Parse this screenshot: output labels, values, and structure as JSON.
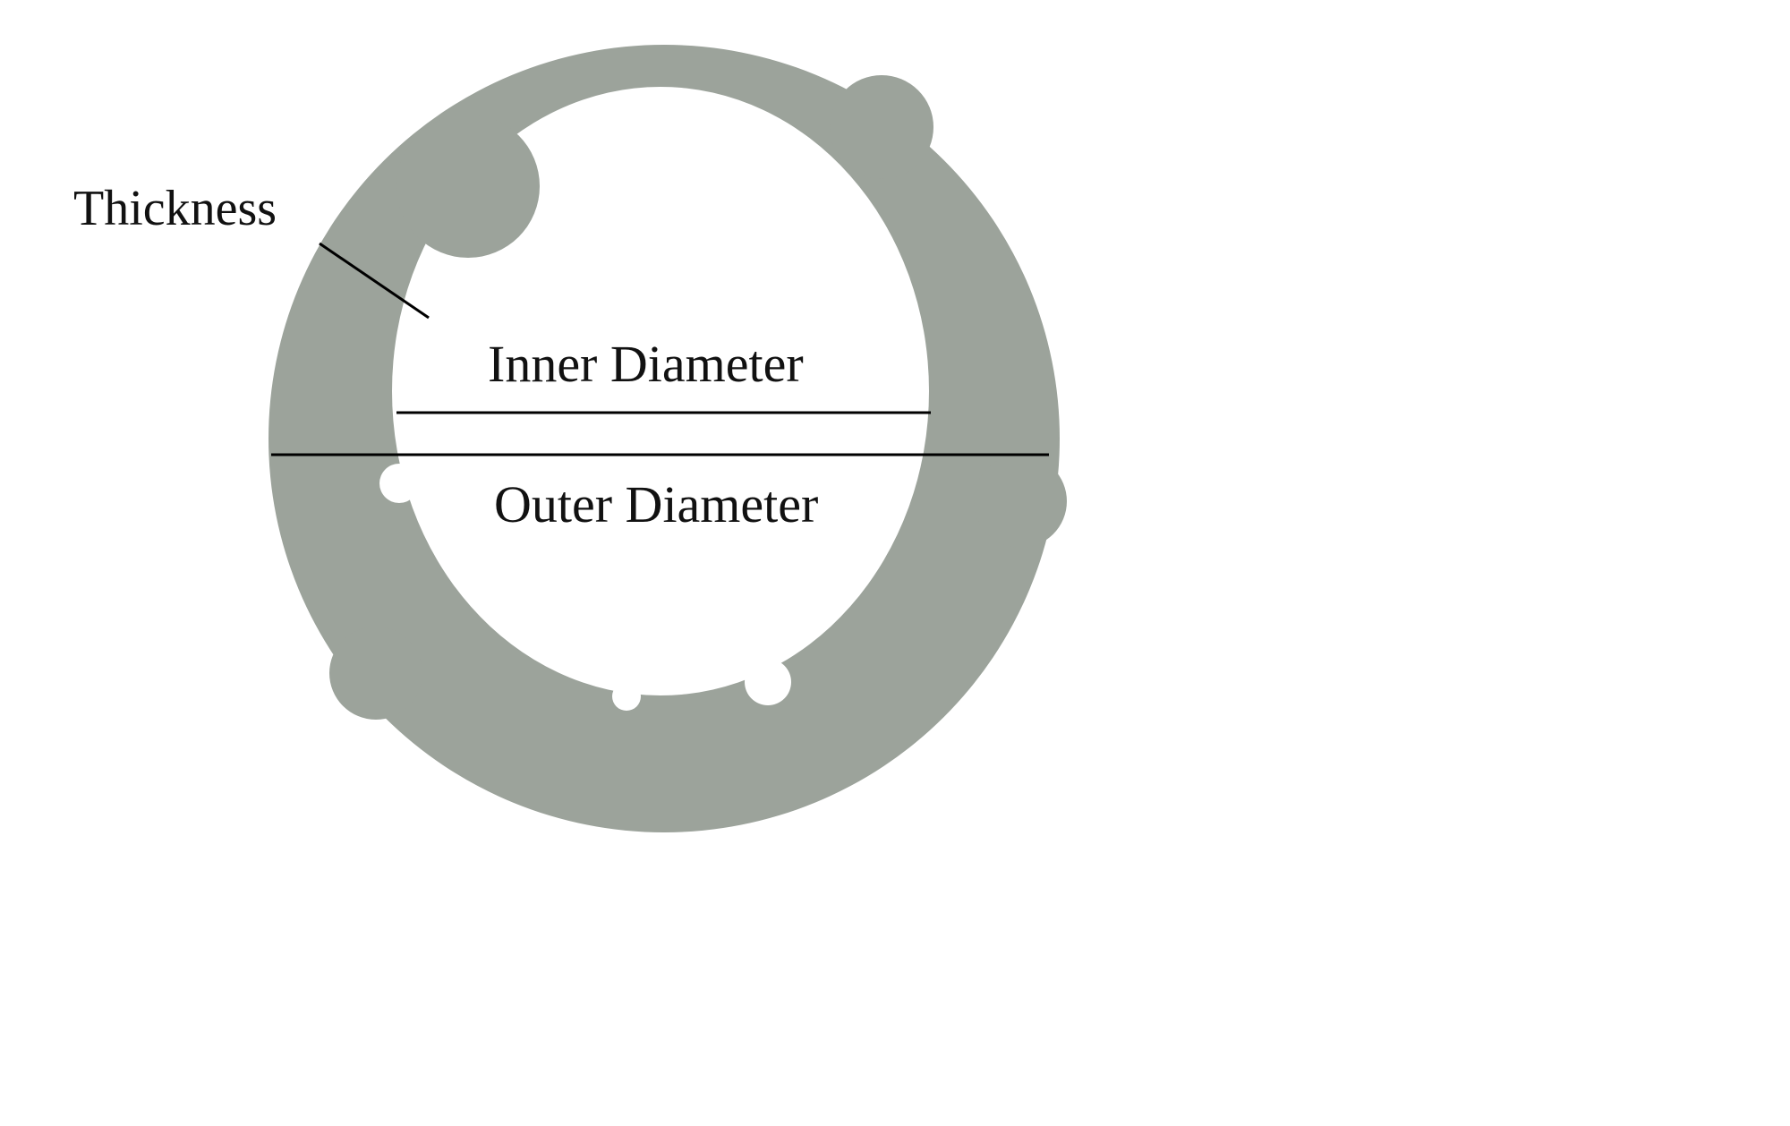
{
  "diagram": {
    "description": "Cross-section diagram of a ring showing measurement terms",
    "ring_color": "#9CA39B",
    "line_color": "#000000",
    "background_color": "#FFFFFF",
    "labels": {
      "thickness": "Thickness",
      "inner_diameter": "Inner Diameter",
      "outer_diameter": "Outer Diameter"
    }
  }
}
